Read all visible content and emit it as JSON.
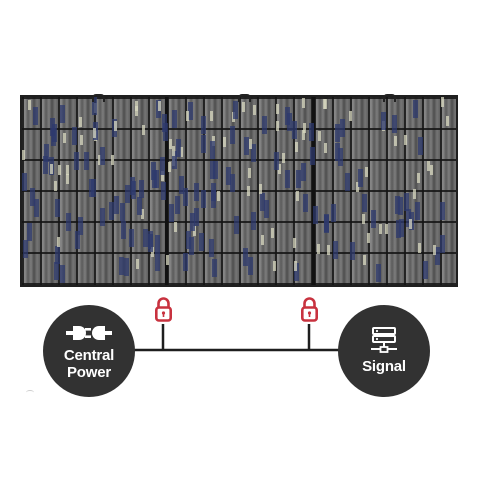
{
  "nodes": {
    "power": {
      "label_line1": "Central",
      "label_line2": "Power",
      "icon": "power-plug-icon"
    },
    "signal": {
      "label": "Signal",
      "icon": "server-icon"
    }
  },
  "locks": {
    "count": 2,
    "icon": "padlock-icon",
    "color": "#c8323f"
  },
  "colors": {
    "node_fill": "#323232",
    "node_text": "#ffffff",
    "line": "#1e1e1e",
    "wall_frame": "#1f1f1f"
  },
  "wall": {
    "cabinets": 3,
    "icon": "led-video-wall"
  }
}
